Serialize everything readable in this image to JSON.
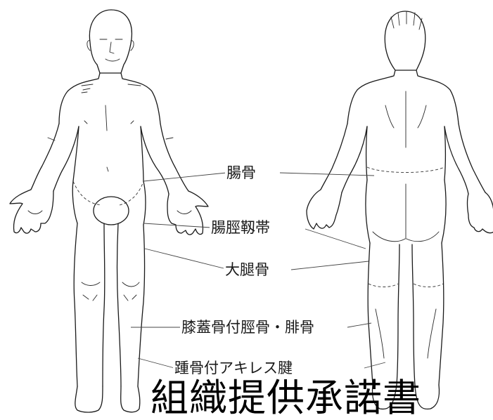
{
  "diagram": {
    "labels": {
      "ilium": "腸骨",
      "iliotibial_band": "腸脛靱帯",
      "femur": "大腿骨",
      "patella_tibia_fibula": "膝蓋骨付脛骨・腓骨",
      "calcaneus_achilles": "踵骨付アキレス腱"
    },
    "title": "組織提供承諾書"
  }
}
